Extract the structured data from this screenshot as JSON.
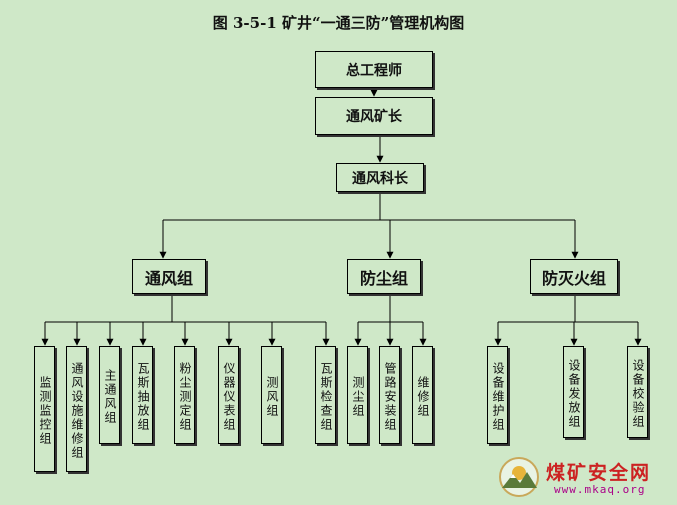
{
  "title": "图 3-5-1  矿井“一通三防”管理机构图",
  "chief_engineer": "总工程师",
  "ventilation_director": "通风矿长",
  "ventilation_chief": "通风科长",
  "groups": [
    {
      "name": "通风组",
      "children": [
        "监测监控组",
        "通风设施维修组",
        "主通风组",
        "瓦斯抽放组",
        "粉尘测定组",
        "仪器仪表组",
        "测风组",
        "瓦斯检查组"
      ]
    },
    {
      "name": "防尘组",
      "children": [
        "测尘组",
        "管路安装组",
        "维修组"
      ]
    },
    {
      "name": "防灭火组",
      "children": [
        "设备维护组",
        "设备发放组",
        "设备校验组"
      ]
    }
  ],
  "watermark": {
    "text": "煤矿安全网",
    "url": "www.mkaq.org"
  },
  "colors": {
    "background": "#cfe8c8",
    "line": "#000000",
    "watermark": "#c22222"
  }
}
